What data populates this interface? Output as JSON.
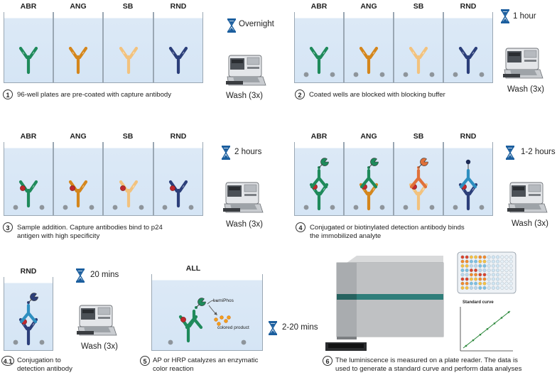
{
  "panels": {
    "p1": {
      "labels": [
        "ABR",
        "ANG",
        "SB",
        "RND"
      ],
      "time": "Overnight",
      "wash": "Wash (3x)",
      "step_num": "1",
      "step_text": "96-well plates are pre-coated with capture antibody"
    },
    "p2": {
      "labels": [
        "ABR",
        "ANG",
        "SB",
        "RND"
      ],
      "time": "1 hour",
      "wash": "Wash (3x)",
      "step_num": "2",
      "step_text": "Coated wells are blocked with blocking buffer"
    },
    "p3": {
      "labels": [
        "ABR",
        "ANG",
        "SB",
        "RND"
      ],
      "time": "2 hours",
      "wash": "Wash (3x)",
      "step_num": "3",
      "step_text_1": "Sample addition. Capture antibodies bind to p24",
      "step_text_2": "antigen with high specificity"
    },
    "p4": {
      "labels": [
        "ABR",
        "ANG",
        "SB",
        "RND"
      ],
      "time": "1-2 hours",
      "wash": "Wash (3x)",
      "step_num": "4",
      "step_text_1": "Conjugated or biotinylated detection antibody binds",
      "step_text_2": "the immobilized analyte"
    },
    "p41": {
      "label": "RND",
      "time": "20 mins",
      "wash": "Wash (3x)",
      "step_num": "4.1",
      "step_text_1": "Conjugation to",
      "step_text_2": "detection antibody"
    },
    "p5": {
      "label": "ALL",
      "time": "2-20 mins",
      "substrate": "LumiPhos",
      "product": "colored product",
      "step_num": "5",
      "step_text_1": "AP or HRP catalyzes an enzymatic",
      "step_text_2": "color reaction"
    },
    "p6": {
      "curve_title": "Standard curve",
      "step_num": "6",
      "step_text_1": "The luminiscence is measured on a plate reader. The data is",
      "step_text_2": "used to generate a standard curve and perform data analyses"
    }
  },
  "colors": {
    "abr": "#1f8a5b",
    "ang": "#d4861c",
    "sb": "#f2c27e",
    "rnd": "#2c3f7a",
    "well_fill": "#d5e5f5",
    "antigen": "#c0282d"
  },
  "icons": [
    "hourglass-icon",
    "plate-washer-icon",
    "plate-reader-icon",
    "well-plate-icon"
  ]
}
